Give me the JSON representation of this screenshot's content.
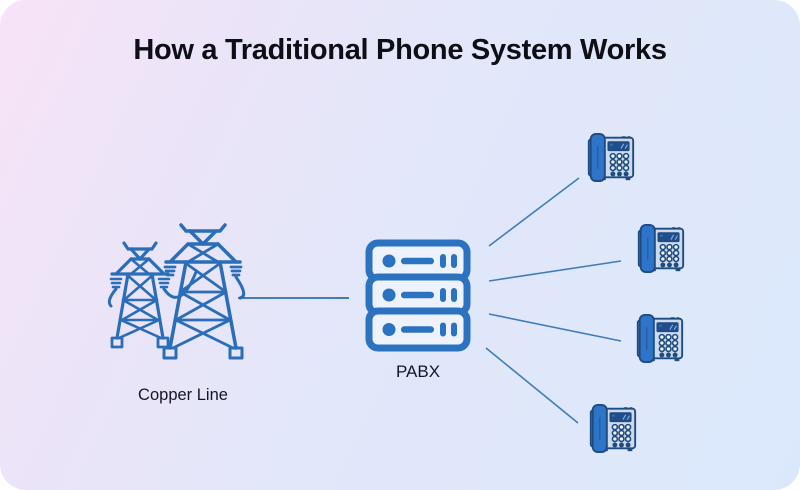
{
  "title": "How a Traditional Phone System Works",
  "diagram": {
    "nodes": {
      "copper_line": {
        "label": "Copper Line",
        "icon": "transmission-towers-icon"
      },
      "pabx": {
        "label": "PABX",
        "icon": "server-rack-icon"
      },
      "extension_phones": {
        "icon": "desk-phone-icon",
        "count": 4
      }
    },
    "connections": [
      "copper-line to pabx",
      "pabx to phone-1",
      "pabx to phone-2",
      "pabx to phone-3",
      "pabx to phone-4"
    ],
    "colors": {
      "icon_blue": "#2e74c8",
      "icon_navy": "#1e4b80",
      "tower_blue": "#2a6db8",
      "server_blue": "#2b72c1",
      "server_fill": "#eef2fc",
      "phone_body": "#cdd9ec",
      "connector_blue": "#3f7cbd",
      "card_gradient_start": "#f8e3f7",
      "card_gradient_end": "#dbe8fb",
      "title_color": "#0e0e16"
    }
  }
}
